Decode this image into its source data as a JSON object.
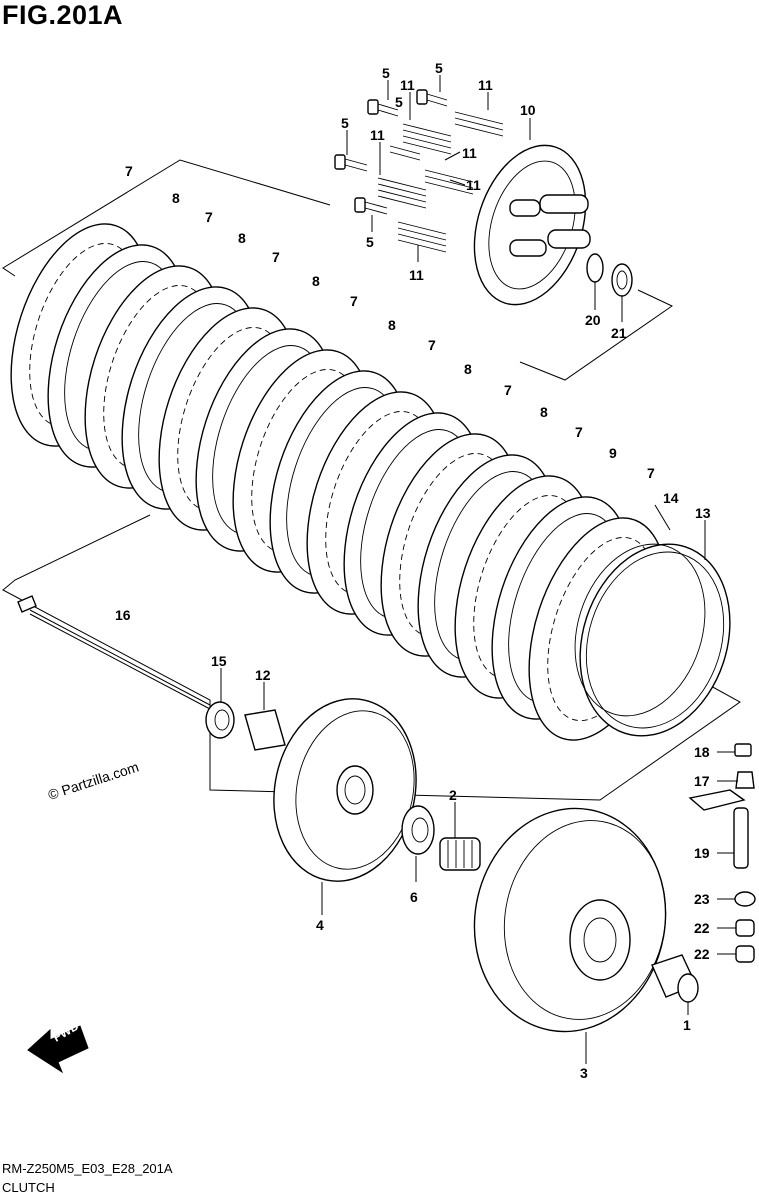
{
  "figure": {
    "title": "FIG.201A",
    "model_code": "RM-Z250M5_E03_E28_201A",
    "caption": "CLUTCH",
    "watermark": "© Partzilla.com",
    "direction_label": "FWD"
  },
  "callouts": [
    {
      "id": "c1",
      "text": "1"
    },
    {
      "id": "c2",
      "text": "2"
    },
    {
      "id": "c3",
      "text": "3"
    },
    {
      "id": "c4",
      "text": "4"
    },
    {
      "id": "c5a",
      "text": "5"
    },
    {
      "id": "c5b",
      "text": "5"
    },
    {
      "id": "c5c",
      "text": "5"
    },
    {
      "id": "c5d",
      "text": "5"
    },
    {
      "id": "c5e",
      "text": "5"
    },
    {
      "id": "c6",
      "text": "6"
    },
    {
      "id": "c7a",
      "text": "7"
    },
    {
      "id": "c7b",
      "text": "7"
    },
    {
      "id": "c7c",
      "text": "7"
    },
    {
      "id": "c7d",
      "text": "7"
    },
    {
      "id": "c7e",
      "text": "7"
    },
    {
      "id": "c7f",
      "text": "7"
    },
    {
      "id": "c7g",
      "text": "7"
    },
    {
      "id": "c7h",
      "text": "7"
    },
    {
      "id": "c8a",
      "text": "8"
    },
    {
      "id": "c8b",
      "text": "8"
    },
    {
      "id": "c8c",
      "text": "8"
    },
    {
      "id": "c8d",
      "text": "8"
    },
    {
      "id": "c8e",
      "text": "8"
    },
    {
      "id": "c8f",
      "text": "8"
    },
    {
      "id": "c9",
      "text": "9"
    },
    {
      "id": "c10",
      "text": "10"
    },
    {
      "id": "c11a",
      "text": "11"
    },
    {
      "id": "c11b",
      "text": "11"
    },
    {
      "id": "c11c",
      "text": "11"
    },
    {
      "id": "c11d",
      "text": "11"
    },
    {
      "id": "c11e",
      "text": "11"
    },
    {
      "id": "c11f",
      "text": "11"
    },
    {
      "id": "c12",
      "text": "12"
    },
    {
      "id": "c13",
      "text": "13"
    },
    {
      "id": "c14",
      "text": "14"
    },
    {
      "id": "c15",
      "text": "15"
    },
    {
      "id": "c16",
      "text": "16"
    },
    {
      "id": "c17",
      "text": "17"
    },
    {
      "id": "c18",
      "text": "18"
    },
    {
      "id": "c19",
      "text": "19"
    },
    {
      "id": "c20",
      "text": "20"
    },
    {
      "id": "c21",
      "text": "21"
    },
    {
      "id": "c22a",
      "text": "22"
    },
    {
      "id": "c22b",
      "text": "22"
    },
    {
      "id": "c23",
      "text": "23"
    }
  ]
}
